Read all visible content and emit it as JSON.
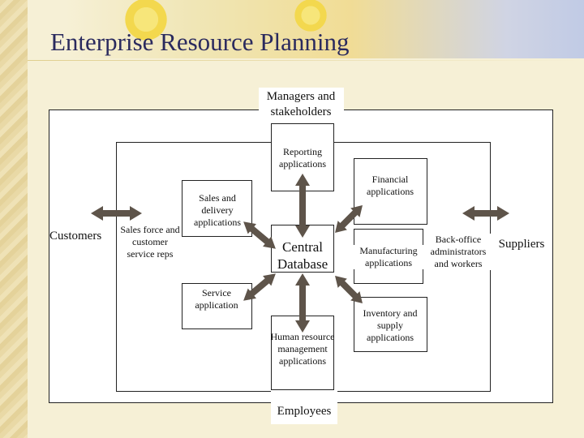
{
  "title": "Enterprise Resource Planning",
  "labels": {
    "managers": "Managers and stakeholders",
    "reporting": "Reporting applications",
    "financial": "Financial applications",
    "sales_delivery": "Sales and delivery applications",
    "central": "Central Database",
    "customers": "Customers",
    "sales_force": "Sales force and customer service reps",
    "back_office": "Back-office administrators and workers",
    "suppliers": "Suppliers",
    "manufacturing": "Manufacturing applications",
    "service": "Service application",
    "inventory": "Inventory and supply applications",
    "hr": "Human resource management applications",
    "employees": "Employees"
  },
  "colors": {
    "arrow": "#5e544a",
    "box_border": "#222222",
    "title": "#2a2a5e"
  }
}
